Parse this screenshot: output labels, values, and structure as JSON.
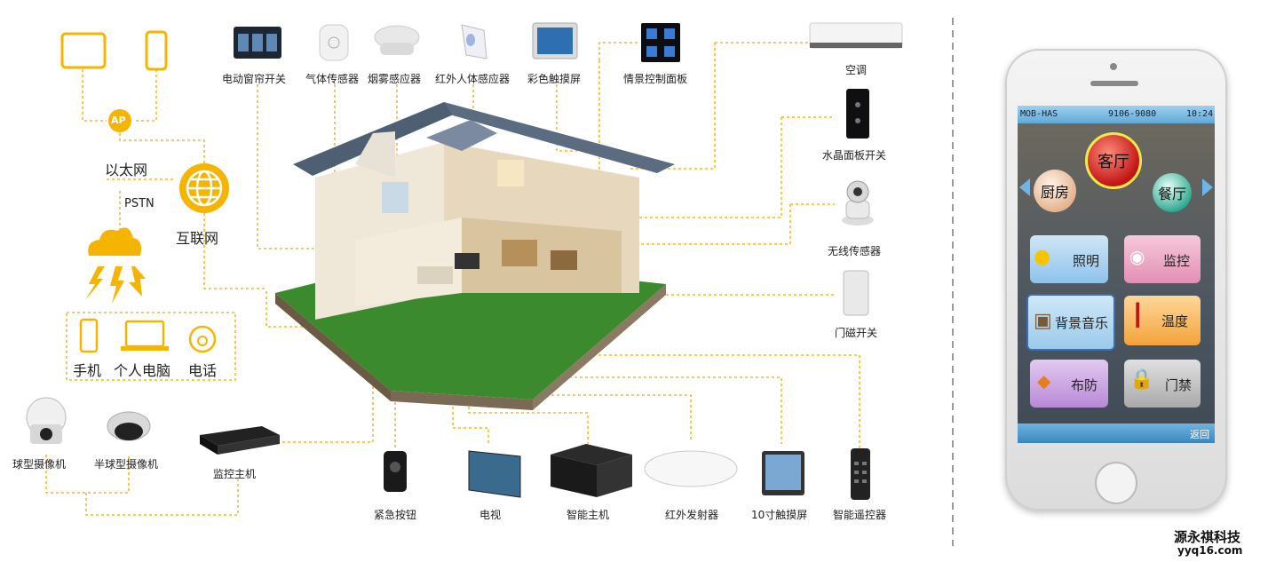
{
  "network": {
    "ap": "AP",
    "ethernet": "以太网",
    "pstn": "PSTN",
    "internet": "互联网",
    "phone": "手机",
    "pc": "个人电脑",
    "telephone": "电话"
  },
  "cameras": {
    "dome": "球型摄像机",
    "half_dome": "半球型摄像机",
    "nvr": "监控主机"
  },
  "top_devices": [
    "电动窗帘开关",
    "气体传感器",
    "烟雾感应器",
    "红外人体感应器",
    "彩色触摸屏",
    "情景控制面板"
  ],
  "right_devices": [
    "空调",
    "水晶面板开关",
    "无线传感器",
    "门磁开关"
  ],
  "bottom_devices": [
    "紧急按钮",
    "电视",
    "智能主机",
    "红外发射器",
    "10寸触摸屏",
    "智能遥控器"
  ],
  "app": {
    "status_left": "MOB-HAS",
    "status_mid": "9106-9080",
    "status_time": "10:24",
    "room_center": "客厅",
    "room_left": "厨房",
    "room_right": "餐厅",
    "tiles": [
      "照明",
      "监控",
      "背景音乐",
      "温度",
      "布防",
      "门禁"
    ],
    "back": "返回"
  },
  "watermark": {
    "line1": "源永祺科技",
    "line2": "yyq16.com"
  },
  "colors": {
    "accent": "#f5b400",
    "dash": "#f0a800",
    "divider": "#999999"
  }
}
